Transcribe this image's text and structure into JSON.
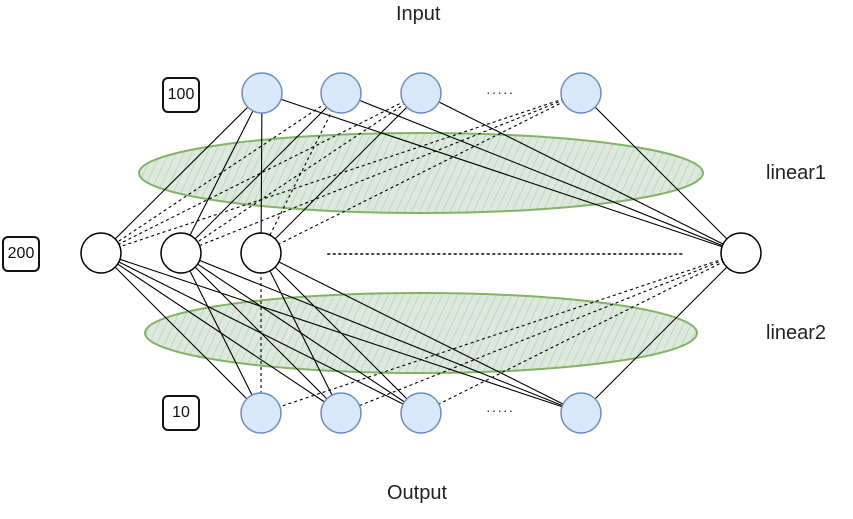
{
  "labels": {
    "input": "Input",
    "output": "Output",
    "linear1": "linear1",
    "linear2": "linear2"
  },
  "sizes": {
    "input": "100",
    "hidden": "200",
    "output": "10"
  },
  "ellipsis_small": "·····",
  "colors": {
    "io_node_fill": "#dae8fc",
    "io_node_stroke": "#6c8ebf",
    "hidden_node_fill": "#ffffff",
    "node_stroke": "#000000",
    "ellipse_fill": "#d5e8d4",
    "ellipse_stroke": "#82b366",
    "edge": "#000000"
  }
}
